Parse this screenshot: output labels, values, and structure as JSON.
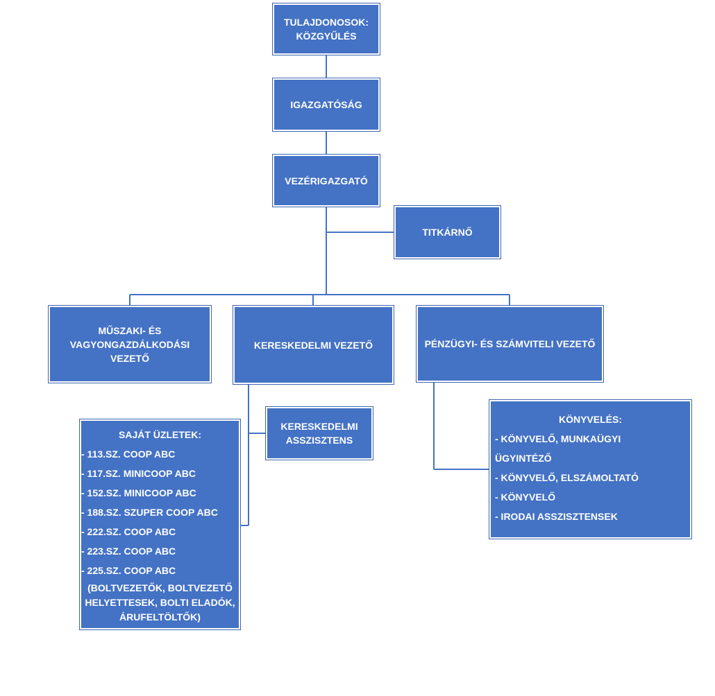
{
  "nodes": {
    "owners": [
      "TULAJDONOSOK:",
      "KÖZGYŰLÉS"
    ],
    "board": [
      "IGAZGATÓSÁG"
    ],
    "ceo": [
      "VEZÉRIGAZGATÓ"
    ],
    "secretary": [
      "TITKÁRNŐ"
    ],
    "technical": [
      "MŰSZAKI- ÉS",
      "VAGYONGAZDÁLKODÁSI",
      "VEZETŐ"
    ],
    "commercial": [
      "KERESKEDELMI VEZETŐ"
    ],
    "finance": [
      "PÉNZÜGYI- ÉS SZÁMVITELI VEZETŐ"
    ],
    "commercial_assistant": [
      "KERESKEDELMI",
      "ASSZISZTENS"
    ],
    "shops": {
      "title": "SAJÁT ÜZLETEK:",
      "items": [
        "- 113.SZ. COOP ABC",
        "- 117.SZ. MINICOOP ABC",
        "- 152.SZ. MINICOOP ABC",
        "- 188.SZ. SZUPER COOP ABC",
        "- 222.SZ. COOP ABC",
        "- 223.SZ. COOP ABC",
        "- 225.SZ. COOP ABC"
      ],
      "note": [
        "(BOLTVEZETŐK, BOLTVEZETŐ",
        "HELYETTESEK, BOLTI ELADÓK,",
        "ÁRUFELTÖLTŐK)"
      ]
    },
    "accounting": {
      "title": "KÖNYVELÉS:",
      "items": [
        "- KÖNYVELŐ, MUNKAÜGYI",
        "ÜGYINTÉZŐ",
        "- KÖNYVELŐ, ELSZÁMOLTATÓ",
        "- KÖNYVELŐ",
        "- IRODAI ASSZISZTENSEK"
      ]
    }
  },
  "colors": {
    "box": "#4472c4",
    "connector": "#4472c4",
    "text": "#ffffff"
  }
}
